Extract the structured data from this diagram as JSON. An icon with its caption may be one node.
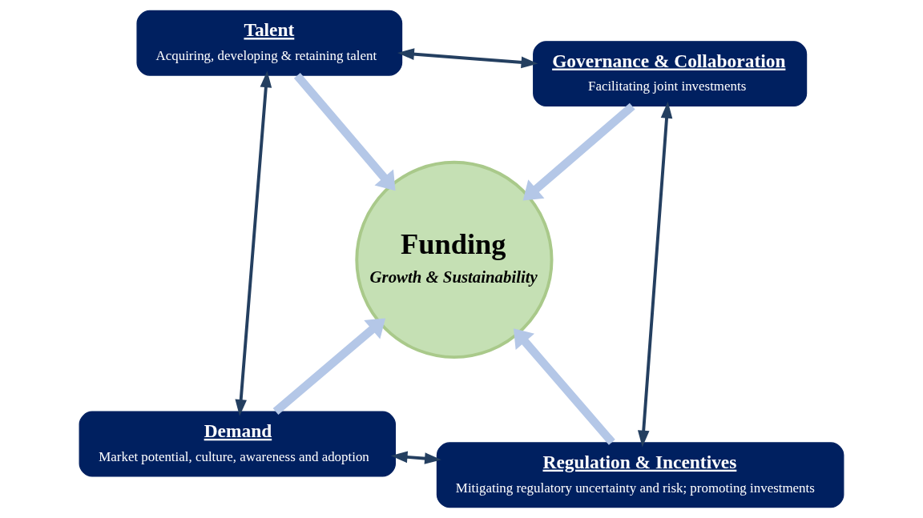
{
  "diagram": {
    "nodes": [
      {
        "text": [
          "Demand",
          "Market potential, culture, awareness and adoption"
        ]
      },
      {
        "text": [
          "Regulation & Incentives",
          "Mitigating regulatory uncertainty and risk; promoting investments"
        ]
      },
      {
        "text": [
          "Funding",
          "Growth & Sustainability"
        ]
      },
      {
        "text": [
          "Talent",
          "Acquiring, developing & retaining talent"
        ]
      },
      {
        "text": [
          "Governance & Collaboration",
          "Facilitating joint investments"
        ]
      }
    ],
    "edges": [
      {
        "from": 0,
        "to": 2,
        "arrow": "to",
        "style": "thick",
        "color": "#b4c7e7"
      },
      {
        "from": 1,
        "to": 2,
        "arrow": "to",
        "style": "thick",
        "color": "#b4c7e7"
      },
      {
        "from": 3,
        "to": 2,
        "arrow": "to",
        "style": "thick",
        "color": "#b4c7e7"
      },
      {
        "from": 4,
        "to": 2,
        "arrow": "to",
        "style": "thick",
        "color": "#b4c7e7"
      },
      {
        "from": 0,
        "to": 1,
        "arrow": "both",
        "color": "#243f60"
      },
      {
        "from": 1,
        "to": 4,
        "arrow": "both",
        "color": "#243f60"
      },
      {
        "from": 4,
        "to": 3,
        "arrow": "both",
        "color": "#243f60"
      },
      {
        "from": 3,
        "to": 0,
        "arrow": "both",
        "color": "#243f60"
      }
    ]
  }
}
